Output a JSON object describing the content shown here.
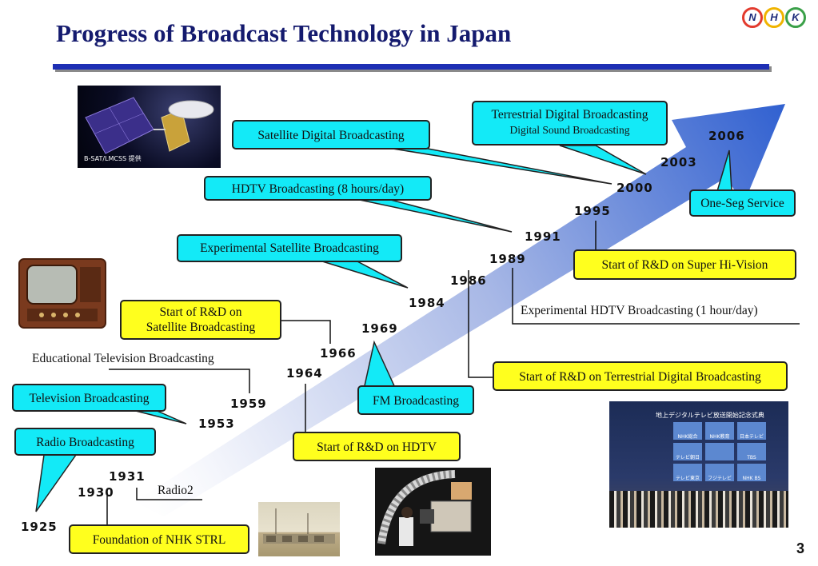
{
  "slide": {
    "title": "Progress of Broadcast Technology in Japan",
    "page_number": "3",
    "logo": {
      "letters": [
        "N",
        "H",
        "K"
      ],
      "ring_colors": [
        "#e33b2e",
        "#f0b400",
        "#3aa048"
      ]
    },
    "colors": {
      "title": "#141a6e",
      "title_bar": "#1e2fb4",
      "callout_cyan": "#13eaf7",
      "callout_yellow": "#ffff1e",
      "arrow_start": "#ffffff",
      "arrow_end": "#3060d0"
    }
  },
  "years": {
    "y1925": "1925",
    "y1930": "1930",
    "y1931": "1931",
    "y1953": "1953",
    "y1959": "1959",
    "y1964": "1964",
    "y1966": "1966",
    "y1969": "1969",
    "y1984": "1984",
    "y1986": "1986",
    "y1989": "1989",
    "y1991": "1991",
    "y1995": "1995",
    "y2000": "2000",
    "y2003": "2003",
    "y2006": "2006"
  },
  "events": {
    "radio": "Radio Broadcasting",
    "nhk_strl": "Foundation of NHK STRL",
    "radio2": "Radio2",
    "television": "Television Broadcasting",
    "educational_tv": "Educational Television Broadcasting",
    "rd_satellite_line1": "Start of R&D on",
    "rd_satellite_line2": "Satellite Broadcasting",
    "rd_hdtv": "Start of R&D on HDTV",
    "fm": "FM Broadcasting",
    "exp_satellite": "Experimental Satellite Broadcasting",
    "rd_terrestrial_digital": "Start of R&D on Terrestrial Digital Broadcasting",
    "exp_hdtv": "Experimental HDTV Broadcasting (1 hour/day)",
    "hdtv_8h": "HDTV Broadcasting (8 hours/day)",
    "rd_super_hivision": "Start of R&D on Super Hi-Vision",
    "satellite_digital": "Satellite Digital Broadcasting",
    "terrestrial_digital_line1": "Terrestrial Digital Broadcasting",
    "terrestrial_digital_line2": "Digital Sound Broadcasting",
    "one_seg": "One-Seg Service"
  },
  "photos": {
    "satellite_caption": "B-SAT/LMCSS 提供",
    "ceremony_banner": "地上デジタルテレビ放送開始記念式典",
    "ceremony_screens": [
      "NHK総合",
      "NHK教育",
      "日本テレビ",
      "テレビ朝日",
      "",
      "TBS",
      "テレビ東京",
      "フジテレビ",
      "NHK BS"
    ]
  }
}
